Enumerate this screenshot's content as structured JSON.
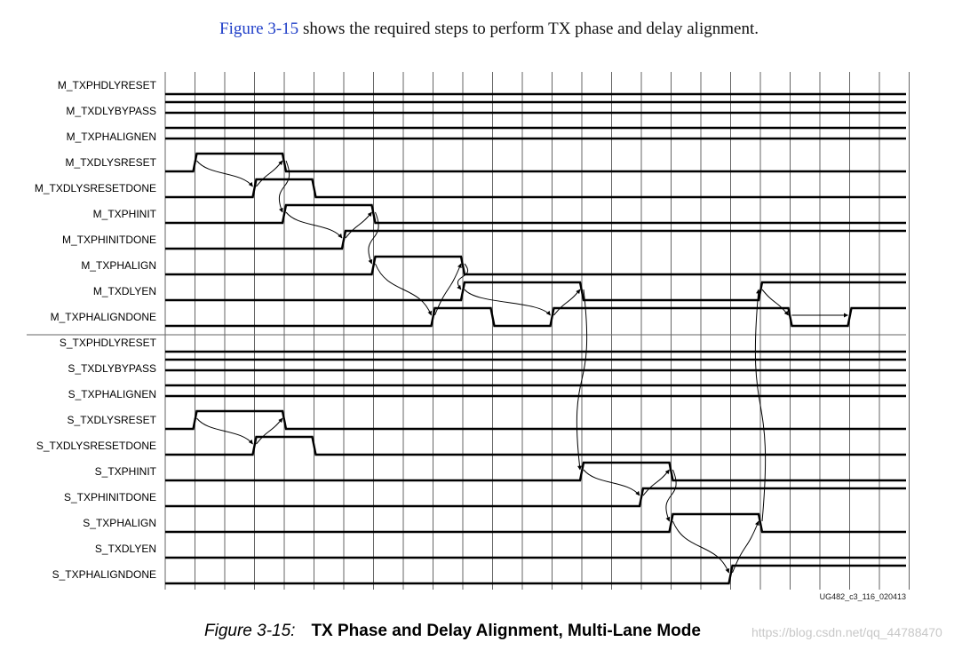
{
  "header": {
    "figure_ref": "Figure 3-15",
    "text": " shows the required steps to perform TX phase and delay alignment."
  },
  "signals": [
    {
      "name": "M_TXPHDLYRESET",
      "wave": [
        [
          "v",
          0,
          0
        ]
      ]
    },
    {
      "name": "M_TXDLYBYPASS",
      "wave": [
        [
          "v",
          0,
          1
        ]
      ]
    },
    {
      "name": "M_TXPHALIGNEN",
      "wave": [
        [
          "v",
          0,
          1
        ]
      ]
    },
    {
      "name": "M_TXDLYSRESET",
      "wave": [
        [
          "v",
          0,
          0
        ],
        [
          "v",
          1,
          1
        ],
        [
          "v",
          4,
          0
        ]
      ]
    },
    {
      "name": "M_TXDLYSRESETDONE",
      "wave": [
        [
          "v",
          0,
          0
        ],
        [
          "v",
          3,
          1
        ],
        [
          "v",
          5,
          0
        ]
      ]
    },
    {
      "name": "M_TXPHINIT",
      "wave": [
        [
          "v",
          0,
          0
        ],
        [
          "v",
          4,
          1
        ],
        [
          "v",
          7,
          0
        ]
      ]
    },
    {
      "name": "M_TXPHINITDONE",
      "wave": [
        [
          "v",
          0,
          0
        ],
        [
          "v",
          6,
          1
        ]
      ]
    },
    {
      "name": "M_TXPHALIGN",
      "wave": [
        [
          "v",
          0,
          0
        ],
        [
          "v",
          7,
          1
        ],
        [
          "v",
          10,
          0
        ]
      ]
    },
    {
      "name": "M_TXDLYEN",
      "wave": [
        [
          "v",
          0,
          0
        ],
        [
          "v",
          10,
          1
        ],
        [
          "v",
          14,
          0
        ],
        [
          "v",
          20,
          1
        ]
      ]
    },
    {
      "name": "M_TXPHALIGNDONE",
      "wave": [
        [
          "v",
          0,
          0
        ],
        [
          "v",
          9,
          1
        ],
        [
          "v",
          11,
          0
        ],
        [
          "v",
          13,
          1
        ],
        [
          "v",
          21,
          0
        ],
        [
          "v",
          23,
          1
        ]
      ]
    },
    {
      "name": "S_TXPHDLYRESET",
      "wave": [
        [
          "v",
          0,
          0
        ]
      ]
    },
    {
      "name": "S_TXDLYBYPASS",
      "wave": [
        [
          "v",
          0,
          1
        ]
      ]
    },
    {
      "name": "S_TXPHALIGNEN",
      "wave": [
        [
          "v",
          0,
          1
        ]
      ]
    },
    {
      "name": "S_TXDLYSRESET",
      "wave": [
        [
          "v",
          0,
          0
        ],
        [
          "v",
          1,
          1
        ],
        [
          "v",
          4,
          0
        ]
      ]
    },
    {
      "name": "S_TXDLYSRESETDONE",
      "wave": [
        [
          "v",
          0,
          0
        ],
        [
          "v",
          3,
          1
        ],
        [
          "v",
          5,
          0
        ]
      ]
    },
    {
      "name": "S_TXPHINIT",
      "wave": [
        [
          "v",
          0,
          0
        ],
        [
          "v",
          14,
          1
        ],
        [
          "v",
          17,
          0
        ]
      ]
    },
    {
      "name": "S_TXPHINITDONE",
      "wave": [
        [
          "v",
          0,
          0
        ],
        [
          "v",
          16,
          1
        ]
      ]
    },
    {
      "name": "S_TXPHALIGN",
      "wave": [
        [
          "v",
          0,
          0
        ],
        [
          "v",
          17,
          1
        ],
        [
          "v",
          20,
          0
        ]
      ]
    },
    {
      "name": "S_TXDLYEN",
      "wave": [
        [
          "v",
          0,
          0
        ]
      ]
    },
    {
      "name": "S_TXPHALIGNDONE",
      "wave": [
        [
          "v",
          0,
          0
        ],
        [
          "v",
          19,
          1
        ]
      ]
    }
  ],
  "dependencies": [
    {
      "from": [
        3,
        1
      ],
      "to": [
        4,
        3
      ]
    },
    {
      "from": [
        4,
        3
      ],
      "to": [
        3,
        4
      ]
    },
    {
      "from": [
        3,
        4
      ],
      "to": [
        5,
        4
      ]
    },
    {
      "from": [
        5,
        4
      ],
      "to": [
        6,
        6
      ]
    },
    {
      "from": [
        6,
        6
      ],
      "to": [
        5,
        7
      ]
    },
    {
      "from": [
        5,
        7
      ],
      "to": [
        7,
        7
      ]
    },
    {
      "from": [
        7,
        7
      ],
      "to": [
        9,
        9
      ]
    },
    {
      "from": [
        9,
        9
      ],
      "to": [
        7,
        10
      ]
    },
    {
      "from": [
        7,
        10
      ],
      "to": [
        8,
        10
      ]
    },
    {
      "from": [
        8,
        10
      ],
      "to": [
        9,
        13
      ]
    },
    {
      "from": [
        9,
        13
      ],
      "to": [
        8,
        14
      ]
    },
    {
      "from": [
        8,
        14
      ],
      "to": [
        15,
        14
      ]
    },
    {
      "from": [
        15,
        14
      ],
      "to": [
        16,
        16
      ]
    },
    {
      "from": [
        16,
        16
      ],
      "to": [
        15,
        17
      ]
    },
    {
      "from": [
        15,
        17
      ],
      "to": [
        17,
        17
      ]
    },
    {
      "from": [
        17,
        17
      ],
      "to": [
        19,
        19
      ]
    },
    {
      "from": [
        19,
        19
      ],
      "to": [
        17,
        20
      ]
    },
    {
      "from": [
        17,
        20
      ],
      "to": [
        8,
        20
      ]
    },
    {
      "from": [
        8,
        20
      ],
      "to": [
        9,
        21
      ]
    },
    {
      "from": [
        9,
        21
      ],
      "to": [
        9,
        23
      ]
    },
    {
      "from": [
        13,
        1
      ],
      "to": [
        14,
        3
      ]
    },
    {
      "from": [
        14,
        3
      ],
      "to": [
        13,
        4
      ]
    }
  ],
  "timing_code": "UG482_c3_116_020413",
  "caption": {
    "number": "Figure 3-15:",
    "title": "TX Phase and Delay Alignment, Multi-Lane Mode"
  },
  "watermark": "https://blog.csdn.net/qq_44788470",
  "colors": {
    "wave": "#000000",
    "grid": "#666666",
    "figure_ref": "#1f3ec8",
    "watermark": "#c8c8c8"
  }
}
